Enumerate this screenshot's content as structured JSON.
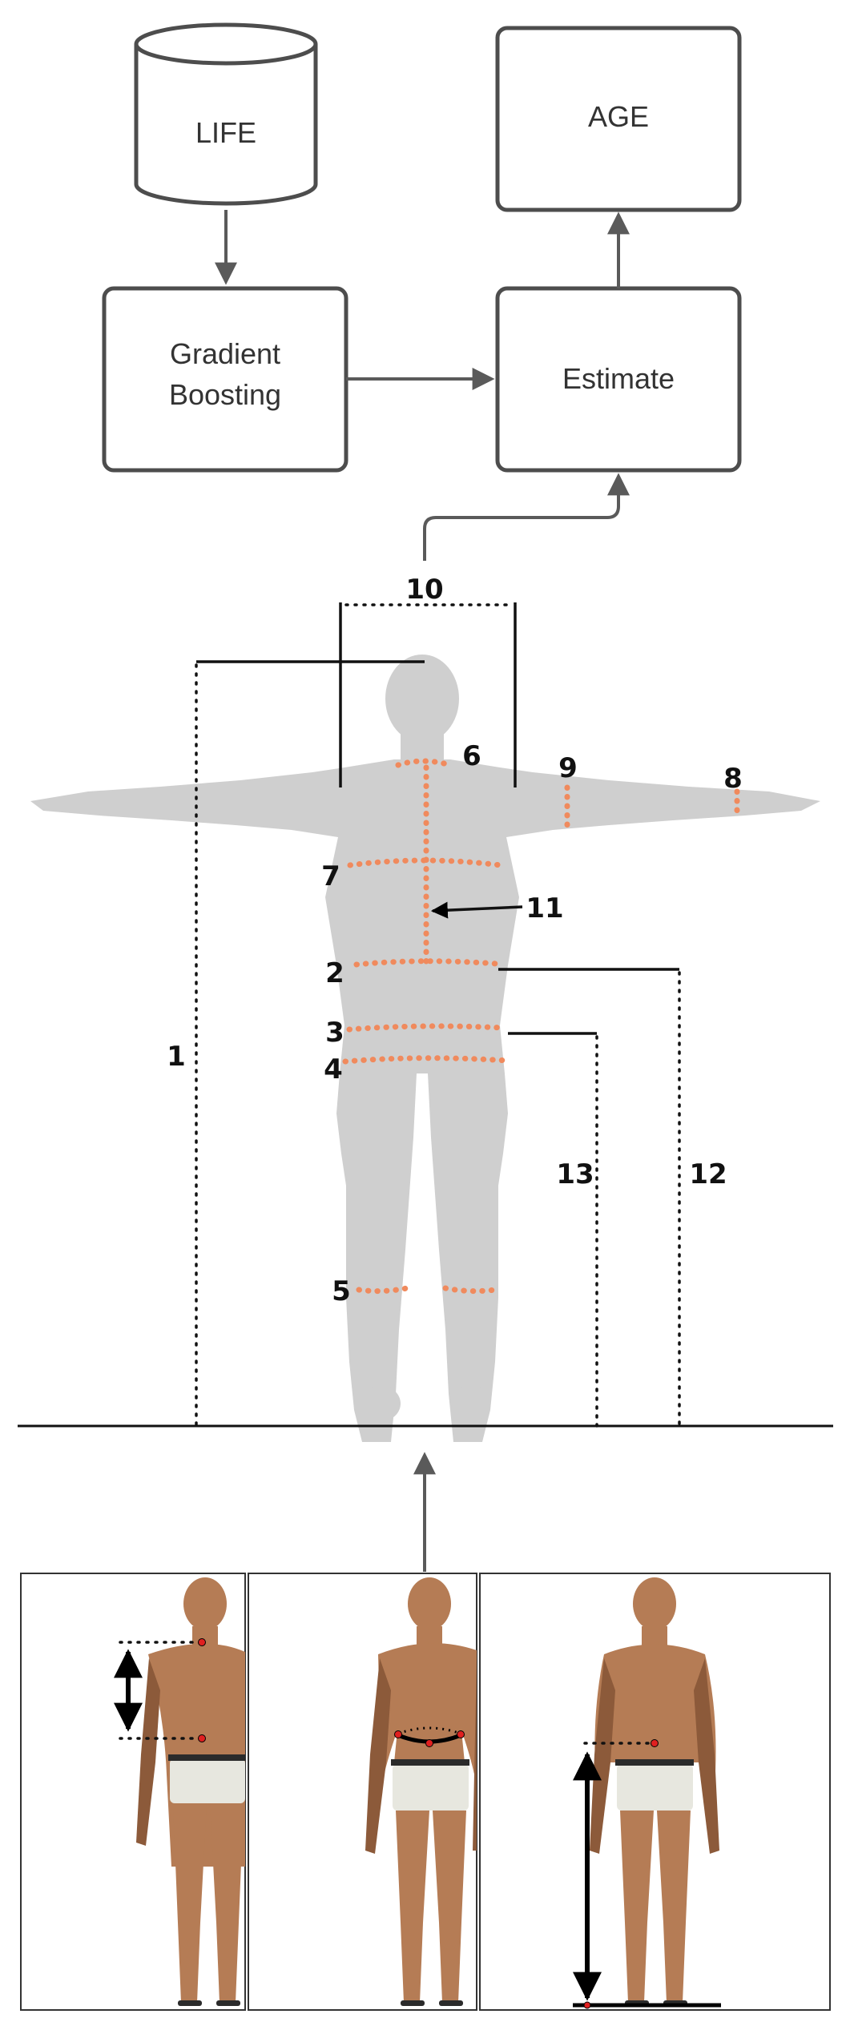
{
  "flowchart": {
    "life_label": "LIFE",
    "gradient_line1": "Gradient",
    "gradient_line2": "Boosting",
    "estimate_label": "Estimate",
    "age_label": "AGE"
  },
  "measurement_numbers": [
    "1",
    "2",
    "3",
    "4",
    "5",
    "6",
    "7",
    "8",
    "9",
    "10",
    "11",
    "12",
    "13"
  ],
  "colors": {
    "measurement_dots": "#f08a5d",
    "silhouette": "#cfcfcf",
    "box_stroke": "#4d4d4d",
    "skin": "#b57c55"
  },
  "photo_panels": [
    "back-view-torso-length",
    "front-view-waist",
    "front-view-waist-height"
  ]
}
